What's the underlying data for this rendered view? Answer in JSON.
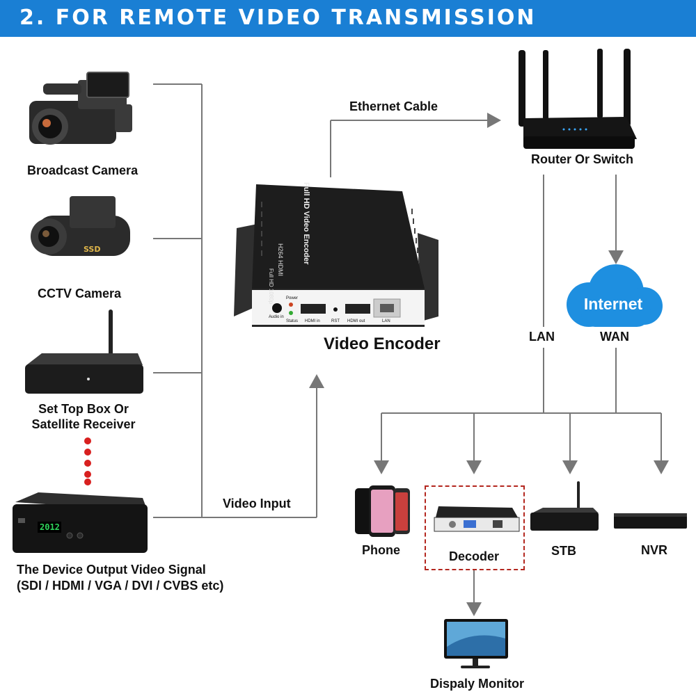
{
  "banner": {
    "title": "2.  FOR REMOTE VIDEO TRANSMISSION"
  },
  "sources": {
    "broadcast_camera": "Broadcast Camera",
    "cctv_camera": "CCTV Camera",
    "set_top_box_line1": "Set Top Box Or",
    "set_top_box_line2": "Satellite Receiver",
    "device_line1": "The Device Output Video Signal",
    "device_line2": "(SDI / HDMI / VGA / DVI / CVBS etc)"
  },
  "connections": {
    "video_input": "Video Input",
    "ethernet_cable": "Ethernet Cable",
    "lan": "LAN",
    "wan": "WAN"
  },
  "encoder": {
    "label": "Video Encoder",
    "top_text": "Full HD Video Encoder",
    "top_sub": "H264  HDMI",
    "top_badge": "Full HD 1080p",
    "port_audio": "Audio in",
    "port_power": "Power",
    "port_status": "Status",
    "port_hdmi_in": "HDMI in",
    "port_rst": "RST",
    "port_hdmi_out": "HDMI out",
    "port_lan": "LAN"
  },
  "network": {
    "router": "Router Or Switch",
    "internet": "Internet"
  },
  "endpoints": {
    "phone": "Phone",
    "decoder": "Decoder",
    "stb": "STB",
    "nvr": "NVR",
    "monitor": "Dispaly Monitor"
  },
  "device_display": "2012",
  "colors": {
    "banner": "#1a7fd4",
    "arrow": "#777777",
    "dots": "#d8201f",
    "cloud": "#1e8fe0",
    "dashed": "#b3261e"
  }
}
